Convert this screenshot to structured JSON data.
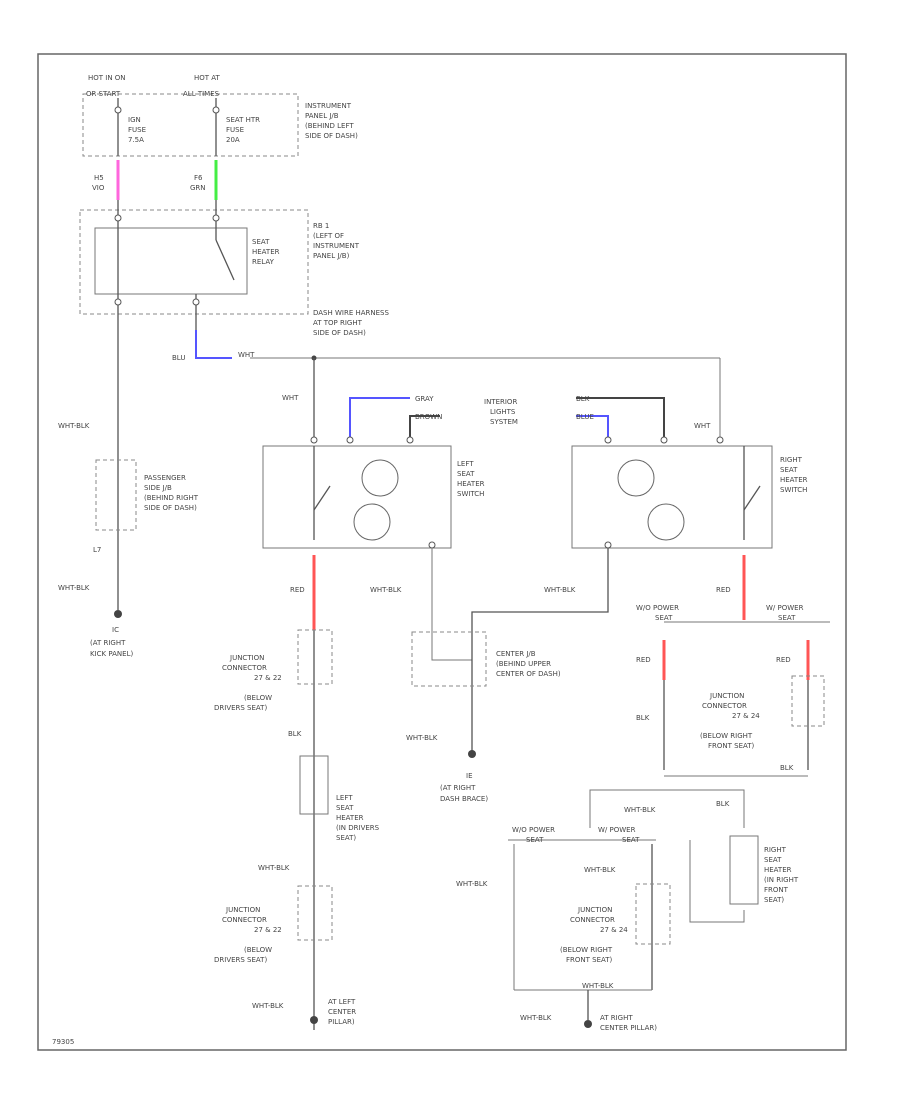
{
  "colors": {
    "pink": "#ff66dd",
    "green": "#44ee44",
    "blue": "#5555ff",
    "red": "#ff5555",
    "line": "#555555"
  },
  "labels": {
    "hot_left": "HOT IN ON",
    "hot_left_sub": "OR START",
    "hot_right": "HOT AT",
    "hot_right_sub": "ALL TIMES",
    "fuse_left": "IGN",
    "fuse_left_2": "FUSE",
    "fuse_left_3": "7.5A",
    "fuse_right": "SEAT HTR",
    "fuse_right_2": "FUSE",
    "fuse_right_3": "20A",
    "ipjb": "INSTRUMENT",
    "ipjb_2": "PANEL J/B",
    "ipjb_3": "(BEHIND LEFT",
    "ipjb_4": "SIDE OF DASH)",
    "w_pnk": "H5",
    "w_pnk_c": "VIO",
    "w_grn": "F6",
    "w_grn_c": "GRN",
    "rb1": "RB 1",
    "rb1_2": "(LEFT OF",
    "rb1_3": "INSTRUMENT",
    "rb1_4": "PANEL J/B)",
    "relay": "SEAT",
    "relay_2": "HEATER",
    "relay_3": "RELAY",
    "harness": "DASH WIRE HARNESS",
    "harness_2": "AT TOP RIGHT",
    "harness_3": "SIDE OF DASH)",
    "blu": "BLU",
    "wht_top": "WHT",
    "wht_mid": "WHT",
    "wht_blk_left": "WHT-BLK",
    "interior": "INTERIOR",
    "interior_2": "LIGHTS",
    "interior_3": "SYSTEM",
    "gray_l": "GRAY",
    "brown_l": "BROWN",
    "blk_r": "BLK",
    "blue_r": "BLUE",
    "wht_right": "WHT",
    "lsw": "LEFT",
    "lsw_2": "SEAT",
    "lsw_3": "HEATER",
    "lsw_4": "SWITCH",
    "rsw": "RIGHT",
    "rsw_2": "SEAT",
    "rsw_3": "HEATER",
    "rsw_4": "SWITCH",
    "pjb": "PASSENGER",
    "pjb_2": "SIDE J/B",
    "pjb_3": "(BEHIND RIGHT",
    "pjb_4": "SIDE OF DASH)",
    "l7": "L7",
    "wht_blk_l2": "WHT-BLK",
    "ground_ic": "IC",
    "ground_ic_2": "(AT RIGHT",
    "ground_ic_3": "KICK PANEL)",
    "red_l": "RED",
    "wht_blk_c": "WHT-BLK",
    "wht_blk_c2": "WHT-BLK",
    "red_r": "RED",
    "power_seat": "W/O POWER",
    "power_seat_2": "SEAT",
    "power_seat_r": "W/ POWER",
    "power_seat_r2": "SEAT",
    "j_l": "JUNCTION",
    "j_l_2": "CONNECTOR",
    "j_l_3": "27 & 22",
    "j_l_4": "(BELOW",
    "j_l_5": "DRIVERS SEAT)",
    "cjb": "CENTER J/B",
    "cjb_2": "(BEHIND UPPER",
    "cjb_3": "CENTER OF DASH)",
    "red_r1": "RED",
    "blk_r1": "BLK",
    "red_r2": "RED",
    "j_r": "JUNCTION",
    "j_r_2": "CONNECTOR",
    "j_r_3": "27 & 24",
    "j_r_4": "(BELOW RIGHT",
    "j_r_5": "FRONT SEAT)",
    "blk_l": "BLK",
    "wht_blk_c3": "WHT-BLK",
    "ground_ie": "IE",
    "ground_ie_2": "(AT RIGHT",
    "ground_ie_3": "DASH BRACE)",
    "lh": "LEFT",
    "lh_2": "SEAT",
    "lh_3": "HEATER",
    "lh_4": "(IN DRIVERS",
    "lh_5": "SEAT)",
    "blk_rr": "BLK",
    "wht_blk_rr": "WHT-BLK",
    "rh": "RIGHT",
    "rh_2": "SEAT",
    "rh_3": "HEATER",
    "rh_4": "(IN RIGHT",
    "rh_5": "FRONT",
    "rh_6": "SEAT)",
    "wps2": "W/O POWER",
    "wps2_2": "SEAT",
    "wps3": "W/ POWER",
    "wps3_2": "SEAT",
    "wht_blk_l3": "WHT-BLK",
    "wht_blk_r3": "WHT-BLK",
    "j_l2": "JUNCTION",
    "j_l2_2": "CONNECTOR",
    "j_l2_3": "27 & 22",
    "j_l2_4": "(BELOW",
    "j_l2_5": "DRIVERS SEAT)",
    "j_r2": "JUNCTION",
    "j_r2_2": "CONNECTOR",
    "j_r2_3": "27 & 24",
    "j_r2_4": "(BELOW RIGHT",
    "j_r2_5": "FRONT SEAT)",
    "wht_blk_bl": "WHT-BLK",
    "wht_blk_br": "WHT-BLK",
    "wht_blk_bc": "WHT-BLK",
    "g_left": "AT LEFT",
    "g_left_2": "CENTER",
    "g_left_3": "PILLAR)",
    "g_right": "AT RIGHT",
    "g_right_2": "CENTER PILLAR)",
    "code": "79305"
  }
}
